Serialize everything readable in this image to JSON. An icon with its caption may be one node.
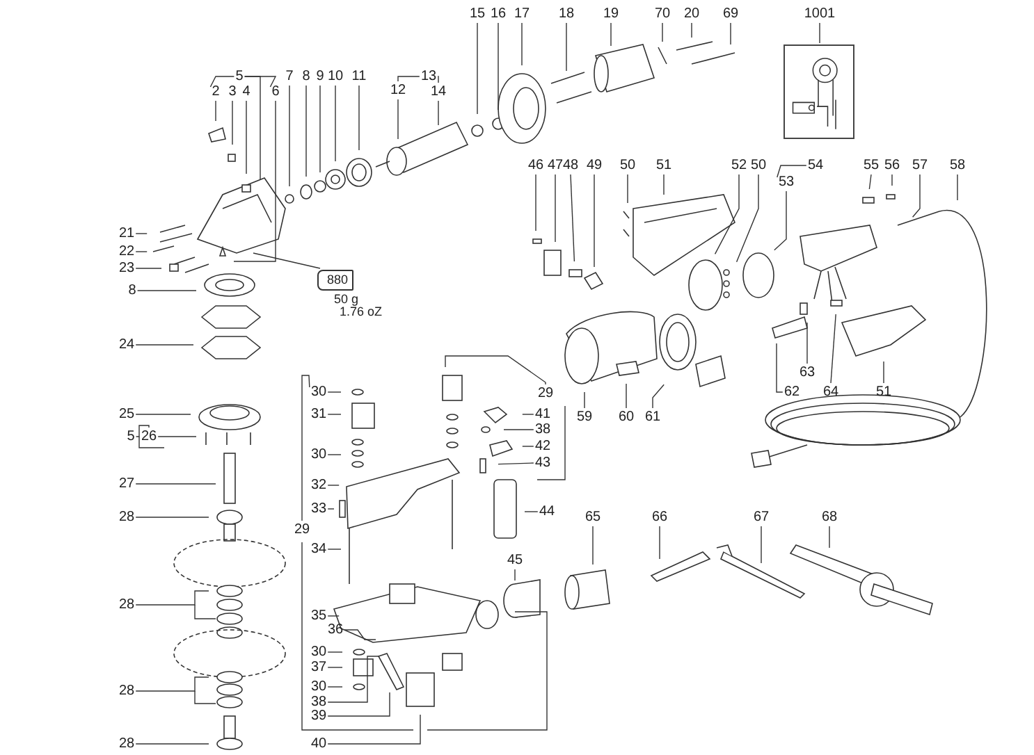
{
  "diagram": {
    "nodes": [
      {
        "text": [
          "5"
        ]
      },
      {
        "text": [
          "2"
        ]
      },
      {
        "text": [
          "3"
        ]
      },
      {
        "text": [
          "4"
        ]
      },
      {
        "text": [
          "6"
        ]
      },
      {
        "text": [
          "7"
        ]
      },
      {
        "text": [
          "8"
        ]
      },
      {
        "text": [
          "9"
        ]
      },
      {
        "text": [
          "10"
        ]
      },
      {
        "text": [
          "11"
        ]
      },
      {
        "text": [
          "13"
        ]
      },
      {
        "text": [
          "12"
        ]
      },
      {
        "text": [
          "14"
        ]
      },
      {
        "text": [
          "15"
        ]
      },
      {
        "text": [
          "16"
        ]
      },
      {
        "text": [
          "17"
        ]
      },
      {
        "text": [
          "18"
        ]
      },
      {
        "text": [
          "19"
        ]
      },
      {
        "text": [
          "70"
        ]
      },
      {
        "text": [
          "20"
        ]
      },
      {
        "text": [
          "69"
        ]
      },
      {
        "text": [
          "1001"
        ]
      },
      {
        "text": [],
        "shape": "picture"
      },
      {
        "text": [
          "21"
        ]
      },
      {
        "text": [
          "22"
        ]
      },
      {
        "text": [
          "23"
        ]
      },
      {
        "text": [
          "8"
        ]
      },
      {
        "text": [
          "24"
        ]
      },
      {
        "text": [
          "46"
        ]
      },
      {
        "text": [
          "47"
        ]
      },
      {
        "text": [
          "48"
        ]
      },
      {
        "text": [
          "49"
        ]
      },
      {
        "text": [
          "50"
        ]
      },
      {
        "text": [
          "51"
        ]
      },
      {
        "text": [
          "52"
        ]
      },
      {
        "text": [
          "50"
        ]
      },
      {
        "text": [
          "54"
        ]
      },
      {
        "text": [
          "53"
        ]
      },
      {
        "text": [
          "55"
        ]
      },
      {
        "text": [
          "56"
        ]
      },
      {
        "text": [
          "57"
        ]
      },
      {
        "text": [
          "58"
        ]
      },
      {
        "text": [
          "59"
        ]
      },
      {
        "text": [
          "60"
        ]
      },
      {
        "text": [
          "61"
        ]
      },
      {
        "text": [
          "63"
        ]
      },
      {
        "text": [
          "62"
        ]
      },
      {
        "text": [
          "64"
        ]
      },
      {
        "text": [
          "51"
        ]
      },
      {
        "text": [
          "25"
        ]
      },
      {
        "text": [
          "5"
        ]
      },
      {
        "text": [
          "26"
        ]
      },
      {
        "text": [
          "27"
        ]
      },
      {
        "text": [
          "28"
        ]
      },
      {
        "text": [
          "28"
        ]
      },
      {
        "text": [
          "28"
        ]
      },
      {
        "text": [
          "28"
        ]
      },
      {
        "text": [
          "29"
        ]
      },
      {
        "text": [
          "30"
        ]
      },
      {
        "text": [
          "31"
        ]
      },
      {
        "text": [
          "30"
        ]
      },
      {
        "text": [
          "32"
        ]
      },
      {
        "text": [
          "33"
        ]
      },
      {
        "text": [
          "34"
        ]
      },
      {
        "text": [
          "35"
        ]
      },
      {
        "text": [
          "36"
        ]
      },
      {
        "text": [
          "30"
        ]
      },
      {
        "text": [
          "37"
        ]
      },
      {
        "text": [
          "30"
        ]
      },
      {
        "text": [
          "38"
        ]
      },
      {
        "text": [
          "39"
        ]
      },
      {
        "text": [
          "40"
        ]
      },
      {
        "text": [
          "29"
        ]
      },
      {
        "text": [
          "41"
        ]
      },
      {
        "text": [
          "38"
        ]
      },
      {
        "text": [
          "42"
        ]
      },
      {
        "text": [
          "43"
        ]
      },
      {
        "text": [
          "44"
        ]
      },
      {
        "text": [
          "45"
        ]
      },
      {
        "text": [
          "65"
        ]
      },
      {
        "text": [
          "66"
        ]
      },
      {
        "text": [
          "67"
        ]
      },
      {
        "text": [
          "68"
        ]
      },
      {
        "text": [
          "880"
        ],
        "beside": [
          "50 g",
          "1.76 oZ"
        ]
      }
    ],
    "edges": [
      {
        "from": 0,
        "to": 1,
        "arrow": "none"
      },
      {
        "from": 0,
        "to": null,
        "arrow": "none"
      },
      {
        "from": 0,
        "to": 4,
        "arrow": "none"
      },
      {
        "from": 1,
        "to": null,
        "arrow": "none"
      },
      {
        "from": 2,
        "to": null,
        "arrow": "none"
      },
      {
        "from": 3,
        "to": null,
        "arrow": "none"
      },
      {
        "from": 4,
        "to": null,
        "arrow": "none"
      },
      {
        "from": 5,
        "to": null,
        "arrow": "none"
      },
      {
        "from": 6,
        "to": null,
        "arrow": "none"
      },
      {
        "from": 7,
        "to": null,
        "arrow": "none"
      },
      {
        "from": 8,
        "to": null,
        "arrow": "none"
      },
      {
        "from": 9,
        "to": null,
        "arrow": "none"
      },
      {
        "from": 10,
        "to": 11,
        "arrow": "none"
      },
      {
        "from": 10,
        "to": 12,
        "arrow": "none"
      },
      {
        "from": 11,
        "to": null,
        "arrow": "none"
      },
      {
        "from": 12,
        "to": null,
        "arrow": "none"
      },
      {
        "from": 13,
        "to": null,
        "arrow": "none"
      },
      {
        "from": 14,
        "to": null,
        "arrow": "none"
      },
      {
        "from": 15,
        "to": null,
        "arrow": "none"
      },
      {
        "from": 16,
        "to": null,
        "arrow": "none"
      },
      {
        "from": 17,
        "to": null,
        "arrow": "none"
      },
      {
        "from": 18,
        "to": null,
        "arrow": "none"
      },
      {
        "from": 19,
        "to": null,
        "arrow": "none"
      },
      {
        "from": 20,
        "to": null,
        "arrow": "none"
      },
      {
        "from": 21,
        "to": 22,
        "arrow": "none"
      },
      {
        "from": 23,
        "to": null,
        "arrow": "none"
      },
      {
        "from": 24,
        "to": null,
        "arrow": "none"
      },
      {
        "from": 25,
        "to": null,
        "arrow": "none"
      },
      {
        "from": 26,
        "to": null,
        "arrow": "none"
      },
      {
        "from": 27,
        "to": null,
        "arrow": "none"
      },
      {
        "from": 28,
        "to": null,
        "arrow": "none"
      },
      {
        "from": 29,
        "to": null,
        "arrow": "none"
      },
      {
        "from": 30,
        "to": null,
        "arrow": "none"
      },
      {
        "from": 31,
        "to": null,
        "arrow": "none"
      },
      {
        "from": 32,
        "to": null,
        "arrow": "none"
      },
      {
        "from": 33,
        "to": null,
        "arrow": "none"
      },
      {
        "from": 34,
        "to": null,
        "arrow": "none"
      },
      {
        "from": 35,
        "to": null,
        "arrow": "none"
      },
      {
        "from": 36,
        "to": 37,
        "arrow": "none"
      },
      {
        "from": 37,
        "to": null,
        "arrow": "none"
      },
      {
        "from": 38,
        "to": null,
        "arrow": "none"
      },
      {
        "from": 39,
        "to": null,
        "arrow": "none"
      },
      {
        "from": 40,
        "to": null,
        "arrow": "none"
      },
      {
        "from": 41,
        "to": null,
        "arrow": "none"
      },
      {
        "from": 42,
        "to": null,
        "arrow": "none"
      },
      {
        "from": 43,
        "to": null,
        "arrow": "none"
      },
      {
        "from": 44,
        "to": null,
        "arrow": "none"
      },
      {
        "from": 45,
        "to": null,
        "arrow": "none"
      },
      {
        "from": 46,
        "to": null,
        "arrow": "none"
      },
      {
        "from": 47,
        "to": null,
        "arrow": "none"
      },
      {
        "from": 48,
        "to": null,
        "arrow": "none"
      },
      {
        "from": 49,
        "to": null,
        "arrow": "none"
      },
      {
        "from": 50,
        "to": 51,
        "arrow": "none"
      },
      {
        "from": 51,
        "to": null,
        "arrow": "none"
      },
      {
        "from": 52,
        "to": null,
        "arrow": "none"
      },
      {
        "from": 53,
        "to": null,
        "arrow": "none"
      },
      {
        "from": 54,
        "to": null,
        "arrow": "none"
      },
      {
        "from": 55,
        "to": null,
        "arrow": "none"
      },
      {
        "from": 56,
        "to": null,
        "arrow": "none"
      },
      {
        "from": 57,
        "to": 58,
        "arrow": "none"
      },
      {
        "from": 58,
        "to": null,
        "arrow": "none"
      },
      {
        "from": 59,
        "to": null,
        "arrow": "none"
      },
      {
        "from": 60,
        "to": null,
        "arrow": "none"
      },
      {
        "from": 61,
        "to": null,
        "arrow": "none"
      },
      {
        "from": 62,
        "to": null,
        "arrow": "none"
      },
      {
        "from": 63,
        "to": null,
        "arrow": "none"
      },
      {
        "from": 64,
        "to": null,
        "arrow": "none"
      },
      {
        "from": 65,
        "to": null,
        "arrow": "none"
      },
      {
        "from": 66,
        "to": null,
        "arrow": "none"
      },
      {
        "from": 67,
        "to": null,
        "arrow": "none"
      },
      {
        "from": 68,
        "to": null,
        "arrow": "none"
      },
      {
        "from": 69,
        "to": null,
        "arrow": "none"
      },
      {
        "from": 70,
        "to": null,
        "arrow": "none"
      },
      {
        "from": 71,
        "to": null,
        "arrow": "none"
      },
      {
        "from": 72,
        "to": null,
        "arrow": "none"
      },
      {
        "from": 73,
        "to": null,
        "arrow": "none"
      },
      {
        "from": 74,
        "to": null,
        "arrow": "none"
      },
      {
        "from": 75,
        "to": null,
        "arrow": "none"
      },
      {
        "from": 76,
        "to": null,
        "arrow": "none"
      },
      {
        "from": 77,
        "to": null,
        "arrow": "none"
      },
      {
        "from": 78,
        "to": null,
        "arrow": "none"
      },
      {
        "from": 79,
        "to": null,
        "arrow": "none"
      },
      {
        "from": 80,
        "to": null,
        "arrow": "none"
      },
      {
        "from": 81,
        "to": null,
        "arrow": "none"
      },
      {
        "from": 82,
        "to": null,
        "arrow": "none"
      },
      {
        "from": null,
        "to": 83,
        "arrow": "none"
      }
    ]
  }
}
